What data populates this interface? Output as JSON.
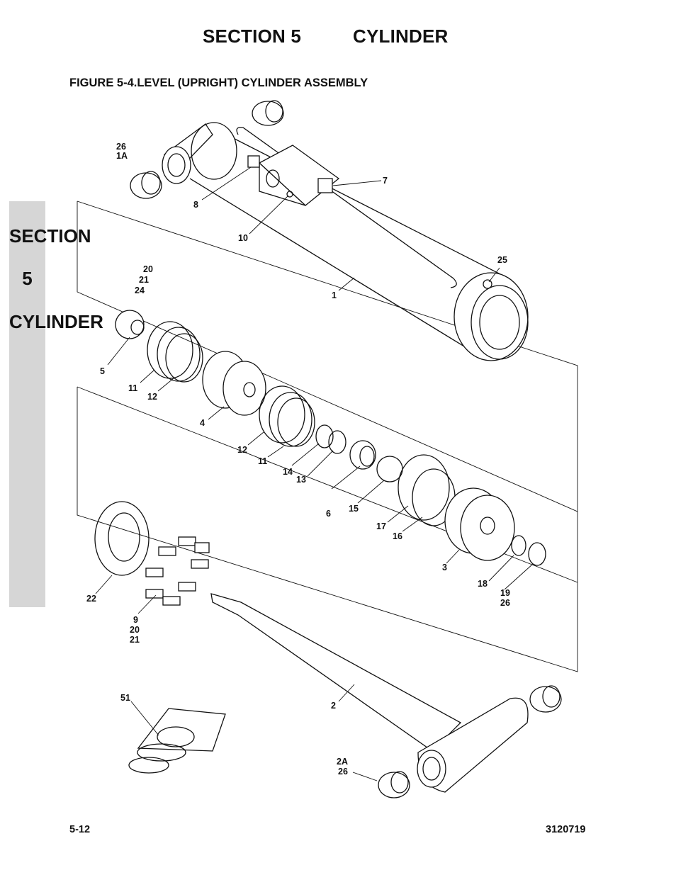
{
  "header": {
    "section": "SECTION 5",
    "title": "CYLINDER"
  },
  "figure_title": "FIGURE 5-4.LEVEL (UPRIGHT) CYLINDER ASSEMBLY",
  "side_tab": {
    "text": "SECTION\n\n5\n\nCYLINDER"
  },
  "callouts": [
    "26",
    "1A",
    "7",
    "8",
    "10",
    "25",
    "1",
    "20",
    "21",
    "24",
    "5",
    "11",
    "12",
    "4",
    "12",
    "11",
    "14",
    "13",
    "6",
    "15",
    "17",
    "16",
    "3",
    "18",
    "19",
    "26",
    "22",
    "9",
    "20",
    "21",
    "51",
    "2",
    "2A",
    "26"
  ],
  "footer": {
    "page_number": "5-12",
    "doc_number": "3120719"
  }
}
